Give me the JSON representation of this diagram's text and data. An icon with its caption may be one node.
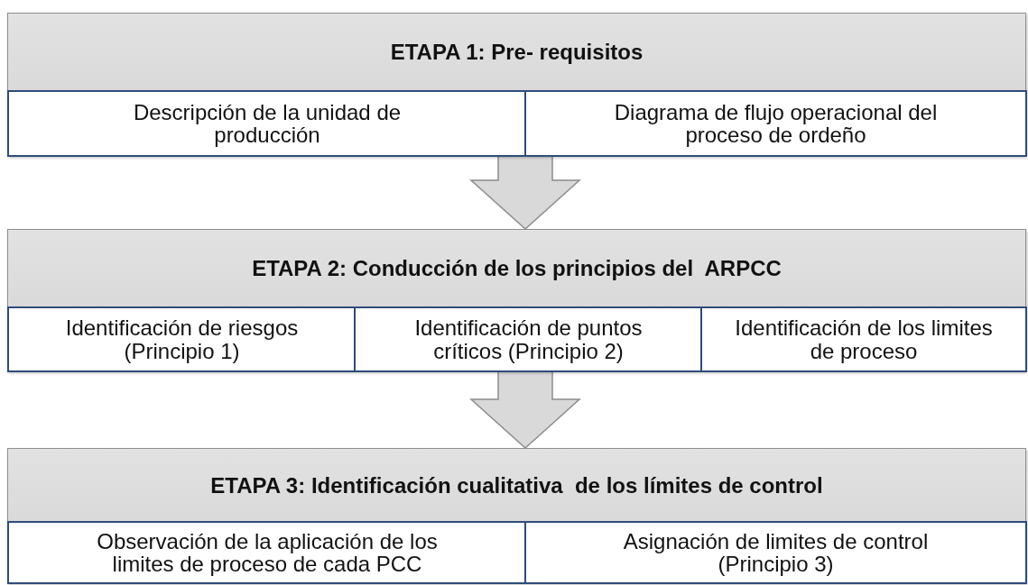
{
  "diagram": {
    "nodes": [
      {
        "text": [
          "ETAPA 1: Pre- requisitos"
        ]
      },
      {
        "text": [
          "Descripción de la unidad de producción"
        ],
        "in": 0
      },
      {
        "text": [
          "Diagrama de flujo operacional del proceso de ordeño"
        ],
        "in": 0
      },
      {
        "text": [
          "ETAPA 2: Conducción de los principios del  ARPCC"
        ]
      },
      {
        "text": [
          "Identificación de riesgos (Principio 1)"
        ],
        "in": 3
      },
      {
        "text": [
          "Identificación de puntos críticos (Principio 2)"
        ],
        "in": 3
      },
      {
        "text": [
          "Identificación de los limites de proceso"
        ],
        "in": 3
      },
      {
        "text": [
          "ETAPA 3: Identificación cualitativa  de los límites de control"
        ]
      },
      {
        "text": [
          "Observación de la aplicación de los limites de proceso de cada PCC"
        ],
        "in": 7
      },
      {
        "text": [
          "Asignación de limites de control (Principio 3)"
        ],
        "in": 7
      }
    ],
    "edges": [
      {
        "from": 0,
        "to": 3,
        "arrow": "to"
      },
      {
        "from": 3,
        "to": 7,
        "arrow": "to"
      }
    ]
  }
}
